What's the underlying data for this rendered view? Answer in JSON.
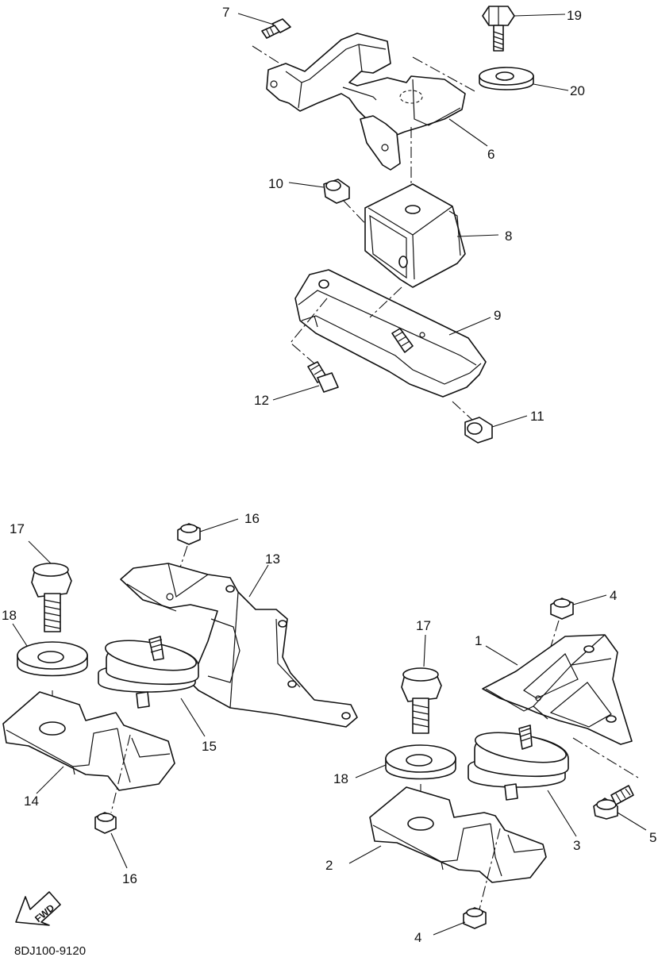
{
  "diagram_code": "8DJ100-9120",
  "fwd_label": "FWD",
  "callouts": {
    "c1": "1",
    "c2": "2",
    "c3": "3",
    "c4a": "4",
    "c4b": "4",
    "c5": "5",
    "c6": "6",
    "c7": "7",
    "c8": "8",
    "c9": "9",
    "c10": "10",
    "c11": "11",
    "c12": "12",
    "c13": "13",
    "c14": "14",
    "c15": "15",
    "c16a": "16",
    "c16b": "16",
    "c17a": "17",
    "c17b": "17",
    "c18a": "18",
    "c18b": "18",
    "c19": "19",
    "c20": "20"
  }
}
